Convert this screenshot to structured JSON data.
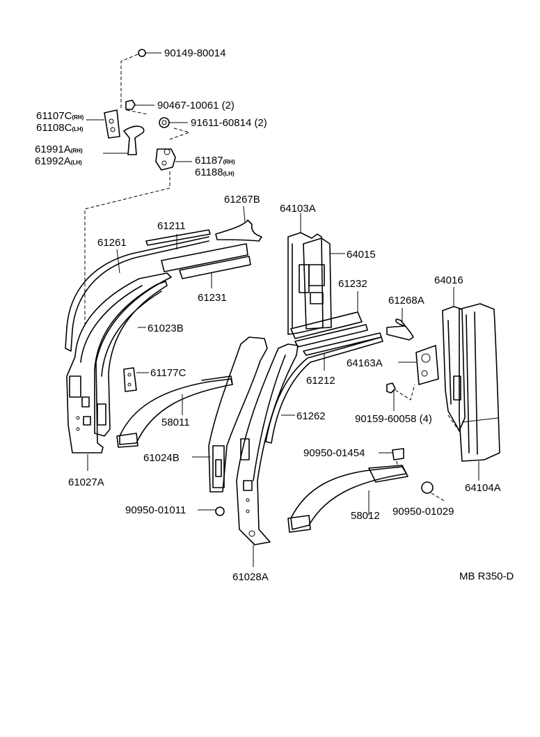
{
  "labels": {
    "l01": "90149-80014",
    "l02": "90467-10061 (2)",
    "l03": "91611-60814 (2)",
    "l04a": "61107C",
    "l04a_sub": "(RH)",
    "l04b": "61108C",
    "l04b_sub": "(LH)",
    "l05a": "61991A",
    "l05a_sub": "(RH)",
    "l05b": "61992A",
    "l05b_sub": "(LH)",
    "l06a": "61187",
    "l06a_sub": "(RH)",
    "l06b": "61188",
    "l06b_sub": "(LH)",
    "l07": "61267B",
    "l08": "61211",
    "l09": "61261",
    "l10": "61231",
    "l11": "61023B",
    "l12": "61177C",
    "l13": "58011",
    "l14": "61024B",
    "l15": "61027A",
    "l16": "90950-01011",
    "l17": "61028A",
    "l18": "64103A",
    "l19": "64015",
    "l20": "61232",
    "l21": "61212",
    "l22": "61262",
    "l23": "61268A",
    "l24": "64016",
    "l25": "64163A",
    "l26": "90159-60058 (4)",
    "l27": "90950-01454",
    "l28": "58012",
    "l29": "90950-01029",
    "l30": "64104A",
    "ref": "MB R350-D"
  },
  "colors": {
    "ink": "#000000",
    "paper": "#ffffff"
  }
}
